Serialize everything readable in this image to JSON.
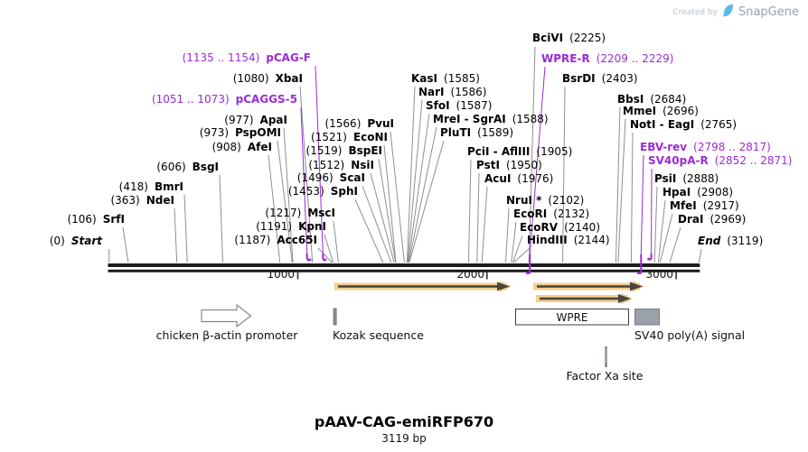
{
  "watermark": {
    "prefix": "Created by",
    "brand": "SnapGene"
  },
  "title_block": {
    "name": "pAAV-CAG-emiRFP670",
    "length": "3119 bp"
  },
  "ruler": {
    "ticks": [
      {
        "label": "1000",
        "bp": 1000
      },
      {
        "label": "2000",
        "bp": 2000
      },
      {
        "label": "3000",
        "bp": 3000
      }
    ]
  },
  "colors": {
    "primer_purple": "#9c2bd4",
    "site_line_gray": "#8f8f8f",
    "sequence_bar": "#1d1d1d",
    "arrow_fill": "#f5cf8d",
    "arrow_core": "#4a453e",
    "sv40_box_fill": "#9aa1a9",
    "promoter_outline": "#8a8a8a",
    "brand_blue": "#5cb8e8"
  },
  "enzyme_sites": [
    {
      "name": "Start",
      "pos": "(0)",
      "bp": 0,
      "italic": true
    },
    {
      "name": "SrfI",
      "pos": "(106)",
      "bp": 106
    },
    {
      "name": "NdeI",
      "pos": "(363)",
      "bp": 363
    },
    {
      "name": "BmrI",
      "pos": "(418)",
      "bp": 418
    },
    {
      "name": "BsgI",
      "pos": "(606)",
      "bp": 606
    },
    {
      "name": "AfeI",
      "pos": "(908)",
      "bp": 908
    },
    {
      "name": "PspOMI",
      "pos": "(973)",
      "bp": 973
    },
    {
      "name": "ApaI",
      "pos": "(977)",
      "bp": 977
    },
    {
      "name": "XbaI",
      "pos": "(1080)",
      "bp": 1080
    },
    {
      "name": "Acc65I",
      "pos": "(1187)",
      "bp": 1187
    },
    {
      "name": "KpnI",
      "pos": "(1191)",
      "bp": 1191
    },
    {
      "name": "MscI",
      "pos": "(1217)",
      "bp": 1217
    },
    {
      "name": "SphI",
      "pos": "(1453)",
      "bp": 1453
    },
    {
      "name": "ScaI",
      "pos": "(1496)",
      "bp": 1496
    },
    {
      "name": "NsiI",
      "pos": "(1512)",
      "bp": 1512
    },
    {
      "name": "BspEI",
      "pos": "(1519)",
      "bp": 1519
    },
    {
      "name": "EcoNI",
      "pos": "(1521)",
      "bp": 1521
    },
    {
      "name": "PvuI",
      "pos": "(1566)",
      "bp": 1566
    },
    {
      "name": "KasI",
      "pos": "(1585)",
      "bp": 1585
    },
    {
      "name": "NarI",
      "pos": "(1586)",
      "bp": 1586
    },
    {
      "name": "SfoI",
      "pos": "(1587)",
      "bp": 1587
    },
    {
      "name": "MreI - SgrAI",
      "pos": "(1588)",
      "bp": 1588
    },
    {
      "name": "PluTI",
      "pos": "(1589)",
      "bp": 1589
    },
    {
      "name": "PciI - AflIII",
      "pos": "(1905)",
      "bp": 1905
    },
    {
      "name": "PstI",
      "pos": "(1950)",
      "bp": 1950
    },
    {
      "name": "AcuI",
      "pos": "(1976)",
      "bp": 1976
    },
    {
      "name": "NruI *",
      "pos": "(2102)",
      "bp": 2102
    },
    {
      "name": "EcoRI",
      "pos": "(2132)",
      "bp": 2132
    },
    {
      "name": "EcoRV",
      "pos": "(2140)",
      "bp": 2140
    },
    {
      "name": "HindIII",
      "pos": "(2144)",
      "bp": 2144
    },
    {
      "name": "BciVI",
      "pos": "(2225)",
      "bp": 2225
    },
    {
      "name": "BsrDI",
      "pos": "(2403)",
      "bp": 2403
    },
    {
      "name": "BbsI",
      "pos": "(2684)",
      "bp": 2684
    },
    {
      "name": "MmeI",
      "pos": "(2696)",
      "bp": 2696
    },
    {
      "name": "NotI - EagI",
      "pos": "(2765)",
      "bp": 2765
    },
    {
      "name": "PsiI",
      "pos": "(2888)",
      "bp": 2888
    },
    {
      "name": "HpaI",
      "pos": "(2908)",
      "bp": 2908
    },
    {
      "name": "MfeI",
      "pos": "(2917)",
      "bp": 2917
    },
    {
      "name": "DraI",
      "pos": "(2969)",
      "bp": 2969
    },
    {
      "name": "End",
      "pos": "(3119)",
      "bp": 3119,
      "italic": true
    }
  ],
  "primers": [
    {
      "name": "pCAG-F",
      "range": "(1135 .. 1154)",
      "bp_start": 1135,
      "bp_end": 1154,
      "direction": "forward"
    },
    {
      "name": "pCAGGS-5",
      "range": "(1051 .. 1073)",
      "bp_start": 1051,
      "bp_end": 1073,
      "direction": "forward"
    },
    {
      "name": "WPRE-R",
      "range": "(2209 .. 2229)",
      "bp_start": 2209,
      "bp_end": 2229,
      "direction": "reverse"
    },
    {
      "name": "EBV-rev",
      "range": "(2798 .. 2817)",
      "bp_start": 2798,
      "bp_end": 2817,
      "direction": "reverse"
    },
    {
      "name": "SV40pA-R",
      "range": "(2852 .. 2871)",
      "bp_start": 2852,
      "bp_end": 2871,
      "direction": "reverse"
    }
  ],
  "features": [
    {
      "label": "chicken β-actin promoter",
      "shape": "outline-arrow"
    },
    {
      "label": "Kozak sequence",
      "shape": "tick"
    },
    {
      "label": "WPRE",
      "shape": "open-box"
    },
    {
      "label": "SV40 poly(A) signal",
      "shape": "filled-box"
    },
    {
      "label": "Factor Xa site",
      "shape": "tick"
    }
  ]
}
